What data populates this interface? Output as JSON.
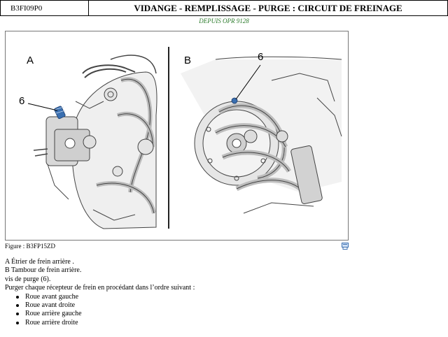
{
  "header": {
    "code": "B3FI09P0",
    "title": "VIDANGE - REMPLISSAGE - PURGE : CIRCUIT DE FREINAGE"
  },
  "subtitle": "DEPUIS OPR 9128",
  "figure": {
    "label_a": "A",
    "label_b": "B",
    "callout_a": "6",
    "callout_b": "6",
    "caption": "Figure : B3FP15ZD",
    "accent_color": "#3a6fb0"
  },
  "legend": {
    "line_a": "A Étrier de frein arrière .",
    "line_b": "B Tambour de frein arrière.",
    "line_6": "vis de purge (6).",
    "instruction": "Purger chaque récepteur de frein en procédant dans l’ordre suivant :"
  },
  "order": [
    "Roue avant gauche",
    "Roue avant droite",
    "Roue arrière gauche",
    "Roue arrière droite"
  ]
}
